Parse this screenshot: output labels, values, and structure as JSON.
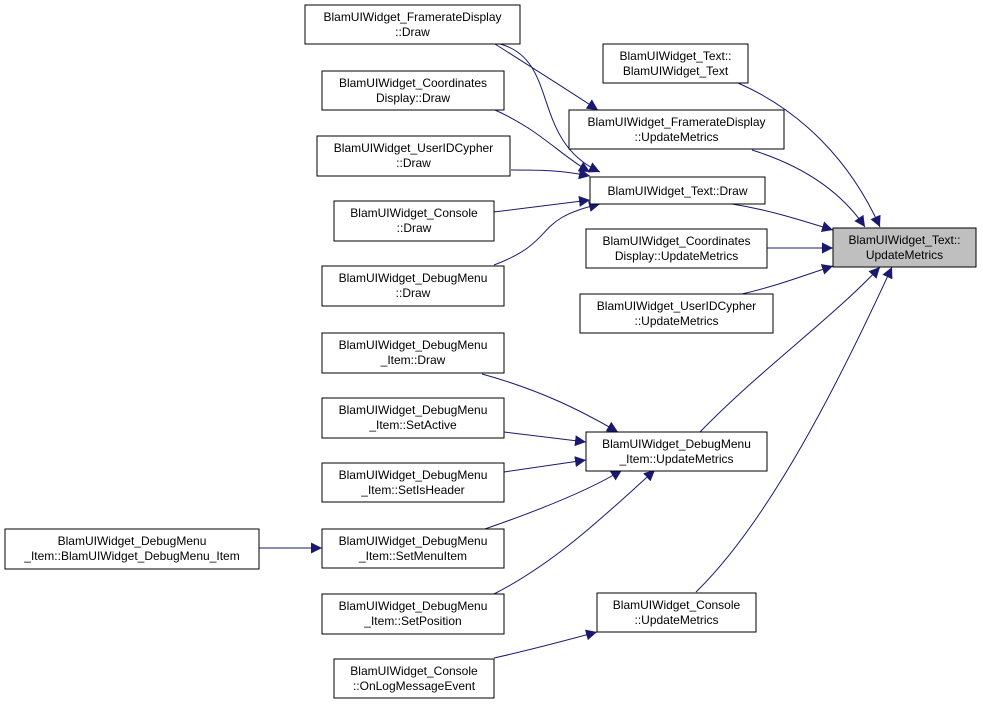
{
  "diagram": {
    "nodes": {
      "target": {
        "lines": [
          "BlamUIWidget_Text::",
          "UpdateMetrics"
        ]
      },
      "framerate_draw": {
        "lines": [
          "BlamUIWidget_FramerateDisplay",
          "::Draw"
        ]
      },
      "text_ctor": {
        "lines": [
          "BlamUIWidget_Text::",
          "BlamUIWidget_Text"
        ]
      },
      "coords_draw": {
        "lines": [
          "BlamUIWidget_Coordinates",
          "Display::Draw"
        ]
      },
      "framerate_update": {
        "lines": [
          "BlamUIWidget_FramerateDisplay",
          "::UpdateMetrics"
        ]
      },
      "userid_draw": {
        "lines": [
          "BlamUIWidget_UserIDCypher",
          "::Draw"
        ]
      },
      "text_draw": {
        "lines": [
          "BlamUIWidget_Text::Draw"
        ]
      },
      "console_draw": {
        "lines": [
          "BlamUIWidget_Console",
          "::Draw"
        ]
      },
      "coords_update": {
        "lines": [
          "BlamUIWidget_Coordinates",
          "Display::UpdateMetrics"
        ]
      },
      "debugmenu_draw": {
        "lines": [
          "BlamUIWidget_DebugMenu",
          "::Draw"
        ]
      },
      "userid_update": {
        "lines": [
          "BlamUIWidget_UserIDCypher",
          "::UpdateMetrics"
        ]
      },
      "item_draw": {
        "lines": [
          "BlamUIWidget_DebugMenu",
          "_Item::Draw"
        ]
      },
      "item_setactive": {
        "lines": [
          "BlamUIWidget_DebugMenu",
          "_Item::SetActive"
        ]
      },
      "item_update": {
        "lines": [
          "BlamUIWidget_DebugMenu",
          "_Item::UpdateMetrics"
        ]
      },
      "item_setisheader": {
        "lines": [
          "BlamUIWidget_DebugMenu",
          "_Item::SetIsHeader"
        ]
      },
      "item_ctor": {
        "lines": [
          "BlamUIWidget_DebugMenu",
          "_Item::BlamUIWidget_DebugMenu_Item"
        ]
      },
      "item_setmenuitem": {
        "lines": [
          "BlamUIWidget_DebugMenu",
          "_Item::SetMenuItem"
        ]
      },
      "item_setposition": {
        "lines": [
          "BlamUIWidget_DebugMenu",
          "_Item::SetPosition"
        ]
      },
      "console_update": {
        "lines": [
          "BlamUIWidget_Console",
          "::UpdateMetrics"
        ]
      },
      "console_onlog": {
        "lines": [
          "BlamUIWidget_Console",
          "::OnLogMessageEvent"
        ]
      }
    }
  }
}
